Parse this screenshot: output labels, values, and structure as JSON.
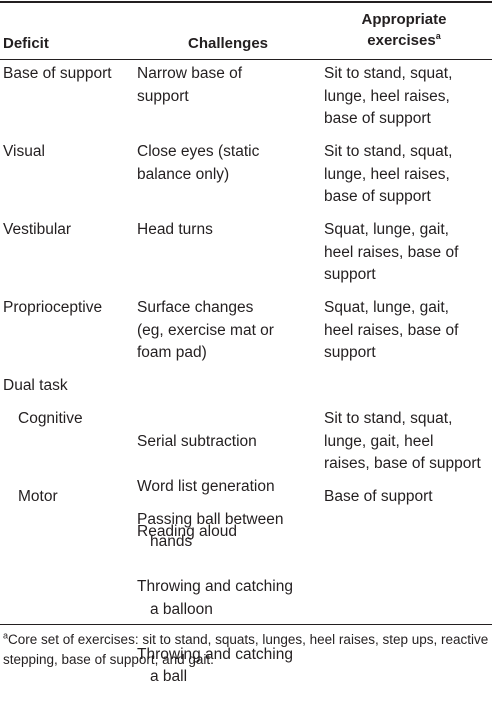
{
  "header": {
    "deficit": "Deficit",
    "challenges": "Challenges",
    "exercises": "Appropriate\nexercises",
    "exercises_note_mark": "a"
  },
  "rows": [
    {
      "deficit": "Base of support",
      "challenges": "Narrow base of\nsupport",
      "exercises": "Sit to stand, squat,\nlunge, heel raises,\nbase of support"
    },
    {
      "deficit": "Visual",
      "challenges": "Close eyes (static\nbalance only)",
      "exercises": "Sit to stand, squat,\nlunge, heel raises,\nbase of support"
    },
    {
      "deficit": "Vestibular",
      "challenges": "Head turns",
      "exercises": "Squat, lunge, gait,\nheel raises, base of\nsupport"
    },
    {
      "deficit": "Proprioceptive",
      "challenges": "Surface changes\n(eg, exercise mat or\nfoam pad)",
      "exercises": "Squat, lunge, gait,\nheel raises, base of\nsupport"
    },
    {
      "deficit": "Dual task"
    },
    {
      "deficit": "Cognitive",
      "challenges": [
        "Serial subtraction",
        "Word list generation",
        "Reading aloud"
      ],
      "exercises": "Sit to stand, squat,\nlunge, gait, heel\nraises, base of support"
    },
    {
      "deficit": "Motor",
      "challenges": [
        "Passing ball between\nhands",
        "Throwing and catching\na balloon",
        "Throwing and catching\na ball"
      ],
      "exercises": "Base of support"
    }
  ],
  "footnote": {
    "mark": "a",
    "text": "Core set of exercises: sit to stand, squats, lunges, heel raises, step ups, reactive stepping, base of support, and gait."
  }
}
